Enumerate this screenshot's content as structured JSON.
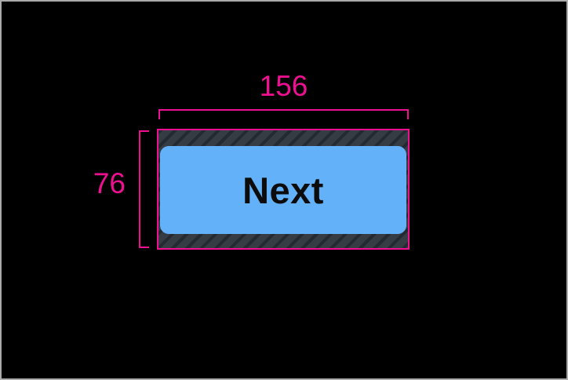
{
  "theme": {
    "canvas_bg": "#000000",
    "frame_border": "#ababab",
    "accent": "#ef1092",
    "button_fill": "#63b1f8",
    "button_text": "#0c0c0d",
    "hatch_base": "#363c44",
    "hatch_stripe": "#252a31"
  },
  "button": {
    "label": "Next"
  },
  "measurements": {
    "width_label": "156",
    "height_label": "76"
  }
}
